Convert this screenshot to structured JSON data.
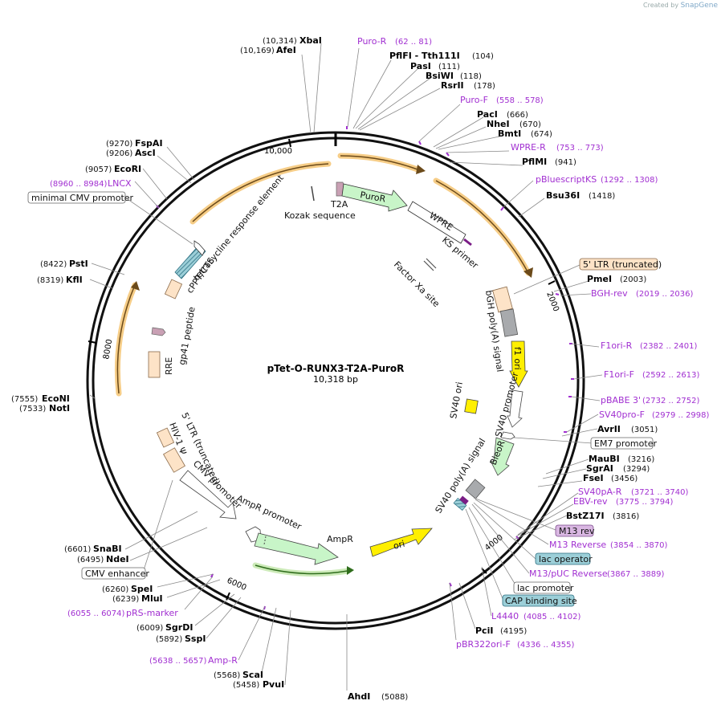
{
  "credit": {
    "created_by": "Created by",
    "brand": "SnapGene"
  },
  "plasmid": {
    "name": "pTet-O-RUNX3-T2A-PuroR",
    "size": "10,318 bp"
  },
  "ticks": [
    "10,000",
    "2000",
    "4000",
    "6000",
    "8000"
  ],
  "right_sites": [
    {
      "kind": "enzyme",
      "name": "PflFI - Tth111I",
      "pos": "(104)"
    },
    {
      "kind": "enzyme",
      "name": "PasI",
      "pos": "(111)"
    },
    {
      "kind": "enzyme",
      "name": "BsiWI",
      "pos": "(118)"
    },
    {
      "kind": "enzyme",
      "name": "RsrII",
      "pos": "(178)"
    },
    {
      "kind": "primer",
      "name": "Puro-F",
      "pos": "(558 .. 578)"
    },
    {
      "kind": "enzyme",
      "name": "PacI",
      "pos": "(666)"
    },
    {
      "kind": "enzyme",
      "name": "NheI",
      "pos": "(670)"
    },
    {
      "kind": "enzyme",
      "name": "BmtI",
      "pos": "(674)"
    },
    {
      "kind": "primer",
      "name": "WPRE-R",
      "pos": "(753 .. 773)"
    },
    {
      "kind": "enzyme",
      "name": "PflMI",
      "pos": "(941)"
    },
    {
      "kind": "primer",
      "name": "pBluescriptKS",
      "pos": "(1292 .. 1308)"
    },
    {
      "kind": "enzyme",
      "name": "Bsu36I",
      "pos": "(1418)"
    },
    {
      "kind": "feature",
      "name": "5' LTR (truncated)",
      "pos": ""
    },
    {
      "kind": "enzyme",
      "name": "PmeI",
      "pos": "(2003)"
    },
    {
      "kind": "primer",
      "name": "BGH-rev",
      "pos": "(2019 .. 2036)"
    },
    {
      "kind": "primer",
      "name": "F1ori-R",
      "pos": "(2382 .. 2401)"
    },
    {
      "kind": "primer",
      "name": "F1ori-F",
      "pos": "(2592 .. 2613)"
    },
    {
      "kind": "primer",
      "name": "pBABE 3'",
      "pos": "(2732 .. 2752)"
    },
    {
      "kind": "primer",
      "name": "SV40pro-F",
      "pos": "(2979 .. 2998)"
    },
    {
      "kind": "enzyme",
      "name": "AvrII",
      "pos": "(3051)"
    },
    {
      "kind": "feature",
      "name": "EM7 promoter",
      "pos": ""
    },
    {
      "kind": "enzyme",
      "name": "MauBI",
      "pos": "(3216)"
    },
    {
      "kind": "enzyme",
      "name": "SgrAI",
      "pos": "(3294)"
    },
    {
      "kind": "enzyme",
      "name": "FseI",
      "pos": "(3456)"
    },
    {
      "kind": "primer",
      "name": "SV40pA-R",
      "pos": "(3721 .. 3740)"
    },
    {
      "kind": "primer",
      "name": "EBV-rev",
      "pos": "(3775 .. 3794)"
    },
    {
      "kind": "enzyme",
      "name": "BstZ17I",
      "pos": "(3816)"
    },
    {
      "kind": "feature",
      "name": "M13 rev",
      "pos": ""
    },
    {
      "kind": "primer",
      "name": "M13 Reverse",
      "pos": "(3854 .. 3870)"
    },
    {
      "kind": "feature",
      "name": "lac operator",
      "pos": ""
    },
    {
      "kind": "primer",
      "name": "M13/pUC Reverse",
      "pos": "(3867 .. 3889)"
    },
    {
      "kind": "feature",
      "name": "lac promoter",
      "pos": ""
    },
    {
      "kind": "feature",
      "name": "CAP binding site",
      "pos": ""
    },
    {
      "kind": "primer",
      "name": "L4440",
      "pos": "(4085 .. 4102)"
    },
    {
      "kind": "enzyme",
      "name": "PciI",
      "pos": "(4195)"
    },
    {
      "kind": "primer",
      "name": "pBR322ori-F",
      "pos": "(4336 .. 4355)"
    }
  ],
  "left_sites": [
    {
      "kind": "enzyme",
      "name": "XbaI",
      "pos": "(10,314)"
    },
    {
      "kind": "enzyme",
      "name": "AfeI",
      "pos": "(10,169)"
    },
    {
      "kind": "primer",
      "name": "Puro-R",
      "pos": "(62 .. 81)"
    },
    {
      "kind": "enzyme",
      "name": "FspAI",
      "pos": "(9270)"
    },
    {
      "kind": "enzyme",
      "name": "AscI",
      "pos": "(9206)"
    },
    {
      "kind": "enzyme",
      "name": "EcoRI",
      "pos": "(9057)"
    },
    {
      "kind": "primer",
      "name": "LNCX",
      "pos": "(8960 .. 8984)"
    },
    {
      "kind": "feature",
      "name": "minimal CMV promoter",
      "pos": ""
    },
    {
      "kind": "enzyme",
      "name": "PstI",
      "pos": "(8422)"
    },
    {
      "kind": "enzyme",
      "name": "KflI",
      "pos": "(8319)"
    },
    {
      "kind": "enzyme",
      "name": "EcoNI",
      "pos": "(7555)"
    },
    {
      "kind": "enzyme",
      "name": "NotI",
      "pos": "(7533)"
    },
    {
      "kind": "enzyme",
      "name": "SnaBI",
      "pos": "(6601)"
    },
    {
      "kind": "enzyme",
      "name": "NdeI",
      "pos": "(6495)"
    },
    {
      "kind": "feature",
      "name": "CMV enhancer",
      "pos": ""
    },
    {
      "kind": "enzyme",
      "name": "SpeI",
      "pos": "(6260)"
    },
    {
      "kind": "enzyme",
      "name": "MluI",
      "pos": "(6239)"
    },
    {
      "kind": "primer",
      "name": "pRS-marker",
      "pos": "(6055 .. 6074)"
    },
    {
      "kind": "enzyme",
      "name": "SgrDI",
      "pos": "(6009)"
    },
    {
      "kind": "enzyme",
      "name": "SspI",
      "pos": "(5892)"
    },
    {
      "kind": "primer",
      "name": "Amp-R",
      "pos": "(5638 .. 5657)"
    },
    {
      "kind": "enzyme",
      "name": "ScaI",
      "pos": "(5568)"
    },
    {
      "kind": "enzyme",
      "name": "PvuI",
      "pos": "(5458)"
    },
    {
      "kind": "enzyme",
      "name": "AhdI",
      "pos": "(5088)"
    }
  ],
  "features": [
    "T2A",
    "PuroR",
    "Kozak sequence",
    "WPRE",
    "KS primer",
    "Factor Xa site",
    "tetracycline response element",
    "cPPT/CTS",
    "gp41 peptide",
    "RRE",
    "bGH poly(A) signal",
    "f1 ori",
    "SV40 ori",
    "SV40 promoter",
    "BleoR",
    "SV40 poly(A) signal",
    "5' LTR (truncated)",
    "HIV-1 Ψ",
    "CMV promoter",
    "AmpR promoter",
    "AmpR",
    "ori"
  ],
  "colors": {
    "primer": "#a12fd1",
    "orf_glow": "#f5c87a",
    "orf_line": "#6b4a1a",
    "green_fill": "#c8f5c8",
    "yellow": "#ffef00",
    "ltr": "#fde3c7",
    "grey": "#a8aaad",
    "teal": "#9ccfd8"
  }
}
